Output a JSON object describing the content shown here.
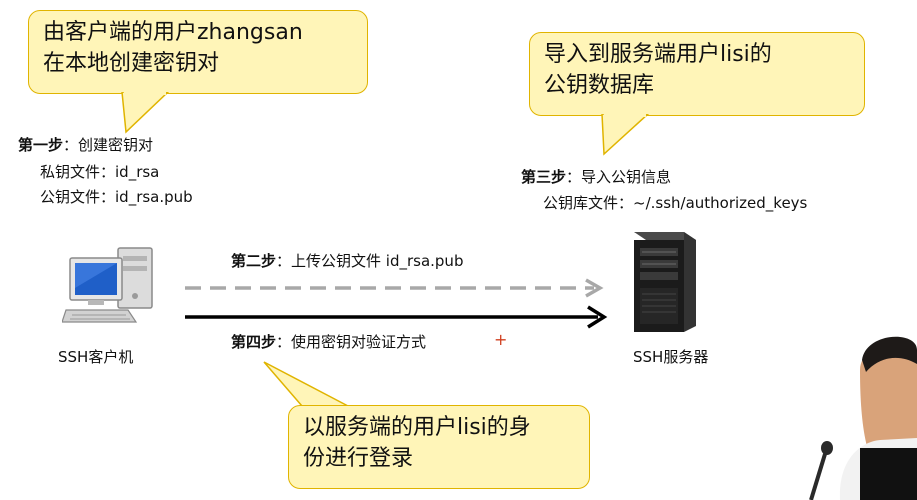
{
  "callouts": {
    "client_note": {
      "line1": "由客户端的用户zhangsan",
      "line2": "在本地创建密钥对"
    },
    "server_note": {
      "line1": "导入到服务端用户lisi的",
      "line2": "公钥数据库"
    },
    "login_note": {
      "line1": "以服务端的用户lisi的身",
      "line2": "份进行登录"
    }
  },
  "steps": {
    "step1": {
      "label": "第一步",
      "text": "：创建密钥对",
      "private_key": "私钥文件：id_rsa",
      "public_key": "公钥文件：id_rsa.pub"
    },
    "step2": {
      "label": "第二步",
      "text": "：上传公钥文件 id_rsa.pub"
    },
    "step3": {
      "label": "第三步",
      "text": "：导入公钥信息",
      "keys_file": "公钥库文件：~/.ssh/authorized_keys"
    },
    "step4": {
      "label": "第四步",
      "text": "：使用密钥对验证方式"
    }
  },
  "nodes": {
    "client_label": "SSH客户机",
    "server_label": "SSH服务器"
  },
  "colors": {
    "callout_fill": "#fff5b8",
    "callout_border": "#e0b400",
    "dashed_arrow": "#a8a8a8",
    "solid_arrow": "#000000",
    "monitor_screen": "#1f5fc8"
  },
  "icons": {
    "client": "desktop-computer-icon",
    "server": "tower-server-icon"
  }
}
